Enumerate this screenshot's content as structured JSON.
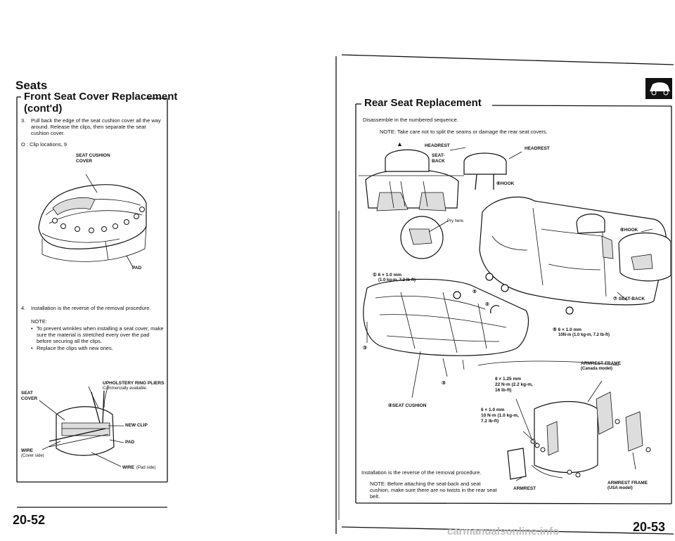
{
  "left": {
    "section": "Seats",
    "subhead": "Front Seat Cover Replacement",
    "subhead2": "(cont'd)",
    "step3_num": "3.",
    "step3_text": "Pull back the edge of the seat cushion cover all the way around. Release the clips, then separate the seat cushion cover.",
    "clip_note": "O : Clip locations, 9",
    "fig1_label_cushion": "SEAT CUSHION\nCOVER",
    "fig1_label_pad": "PAD",
    "step4_num": "4.",
    "step4_text": "Installation is the reverse of the removal procedure.",
    "note_head": "NOTE:",
    "note_b1": "To prevent wrinkles when installing a seat cover, make sure the material is stretched every over the pad before securing all the clips.",
    "note_b2": "Replace the clips with new ones.",
    "fig2_pliers": "UPHOLSTERY RING PLIERS",
    "fig2_pliers_sub": "Commercially available.",
    "fig2_seat_cover": "SEAT\nCOVER",
    "fig2_new_clip": "NEW CLIP",
    "fig2_pad": "PAD",
    "fig2_wire": "WIRE",
    "fig2_wire_sub": "(Cover side)",
    "fig2_wire_pad": "WIRE",
    "fig2_wire_pad_sub": "(Pad side)",
    "page_number": "20-52"
  },
  "right": {
    "section": "Rear Seat Replacement",
    "intro": "Disassemble in the numbered sequence.",
    "note_top": "NOTE: Take care not to split the seams or damage the rear seat covers.",
    "lbl_headrest_left": "HEADREST",
    "lbl_seat_back": "SEAT-\nBACK",
    "lbl_headrest": "HEADREST",
    "lbl_hook_center": "⑥HOOK",
    "lbl_hook_right": "⑥HOOK",
    "lbl_pry": "Pry here.",
    "lbl_bolt1": "① 6 × 1.0 mm",
    "lbl_bolt1_torque": "(1.0 kg-m, 7.2 lb-ft)",
    "lbl_seat_back_7": "⑦ SEAT-BACK",
    "lbl_bolt5": "⑤ 6 × 1.0 mm",
    "lbl_bolt5_torque": "10N·m (1.0 kg-m, 7.2 lb-ft)",
    "lbl_seat_cushion": "④SEAT CUSHION",
    "lbl_bolt_8": "8 × 1.25 mm",
    "lbl_bolt_8_torque": "22 N·m (2.2 kg-m,\n16 lb-ft)",
    "lbl_bolt_6": "6 × 1.0 mm",
    "lbl_bolt_6_torque": "10 N·m (1.0 kg-m,\n7.2 lb-ft)",
    "lbl_armrest_frame_ca": "ARMREST FRAME",
    "lbl_armrest_frame_ca_sub": "(Canada model)",
    "lbl_armrest": "ARMREST",
    "lbl_armrest_frame_us": "ARMREST FRAME",
    "lbl_armrest_frame_us_sub": "(USA model)",
    "num_2": "②",
    "num_3": "③",
    "num_5": "⑤",
    "install_text": "Installation is the reverse of the removal procedure.",
    "note_bottom": "NOTE: Before attaching the seat-back and seat cushion, make sure there are no twists in the rear seat belt.",
    "page_number": "20-53"
  },
  "footer": {
    "watermark": "carmanualsonline.info"
  }
}
